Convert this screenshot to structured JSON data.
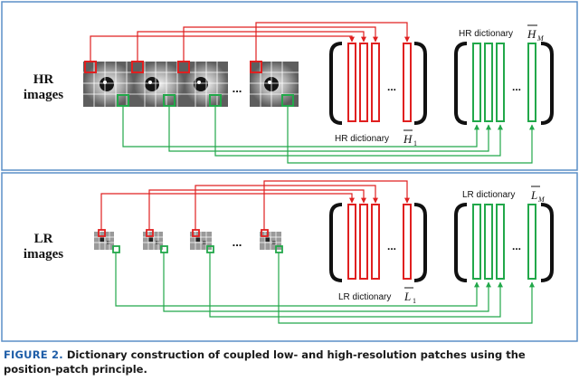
{
  "colors": {
    "red": "#e02020",
    "green": "#22a84a",
    "panel_border": "#5b8fc7",
    "caption_label": "#1f5ea8"
  },
  "hr_panel": {
    "label_line1": "HR",
    "label_line2": "images",
    "ellipsis_images": "...",
    "ellipsis_red": "...",
    "ellipsis_green": "...",
    "dict_red_label": "HR dictionary",
    "dict_red_symbol": "H",
    "dict_red_sub": "1",
    "dict_green_label": "HR dictionary",
    "dict_green_symbol": "H",
    "dict_green_sub": "M"
  },
  "lr_panel": {
    "label_line1": "LR",
    "label_line2": "images",
    "ellipsis_images": "...",
    "ellipsis_red": "...",
    "ellipsis_green": "...",
    "dict_red_label": "LR dictionary",
    "dict_red_symbol": "L",
    "dict_red_sub": "1",
    "dict_green_label": "LR dictionary",
    "dict_green_symbol": "L",
    "dict_green_sub": "M"
  },
  "caption": {
    "label": "FIGURE 2.",
    "text": "Dictionary construction of coupled low- and high-resolution patches using the position-patch principle."
  }
}
